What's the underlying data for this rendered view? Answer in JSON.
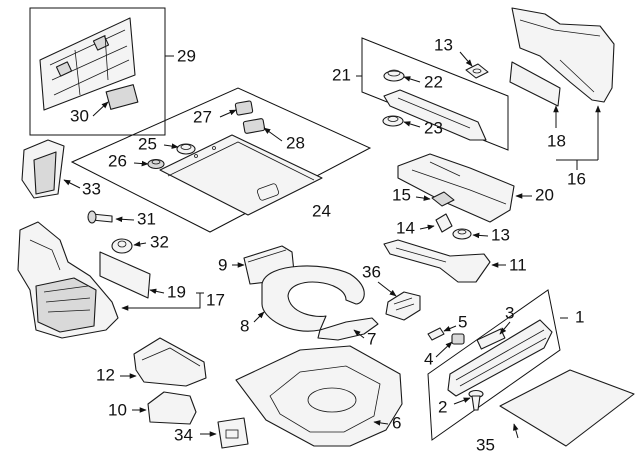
{
  "diagram": {
    "callouts": [
      {
        "id": "c1",
        "label": "1"
      },
      {
        "id": "c2",
        "label": "2"
      },
      {
        "id": "c3",
        "label": "3"
      },
      {
        "id": "c4",
        "label": "4"
      },
      {
        "id": "c5",
        "label": "5"
      },
      {
        "id": "c6",
        "label": "6"
      },
      {
        "id": "c7",
        "label": "7"
      },
      {
        "id": "c8",
        "label": "8"
      },
      {
        "id": "c9",
        "label": "9"
      },
      {
        "id": "c10",
        "label": "10"
      },
      {
        "id": "c11",
        "label": "11"
      },
      {
        "id": "c12",
        "label": "12"
      },
      {
        "id": "c13a",
        "label": "13"
      },
      {
        "id": "c13b",
        "label": "13"
      },
      {
        "id": "c14",
        "label": "14"
      },
      {
        "id": "c15",
        "label": "15"
      },
      {
        "id": "c16",
        "label": "16"
      },
      {
        "id": "c17",
        "label": "17"
      },
      {
        "id": "c18",
        "label": "18"
      },
      {
        "id": "c19",
        "label": "19"
      },
      {
        "id": "c20",
        "label": "20"
      },
      {
        "id": "c21",
        "label": "21"
      },
      {
        "id": "c22",
        "label": "22"
      },
      {
        "id": "c23",
        "label": "23"
      },
      {
        "id": "c24",
        "label": "24"
      },
      {
        "id": "c25",
        "label": "25"
      },
      {
        "id": "c26",
        "label": "26"
      },
      {
        "id": "c27",
        "label": "27"
      },
      {
        "id": "c28",
        "label": "28"
      },
      {
        "id": "c29",
        "label": "29"
      },
      {
        "id": "c30",
        "label": "30"
      },
      {
        "id": "c31",
        "label": "31"
      },
      {
        "id": "c32",
        "label": "32"
      },
      {
        "id": "c33",
        "label": "33"
      },
      {
        "id": "c34",
        "label": "34"
      },
      {
        "id": "c35",
        "label": "35"
      },
      {
        "id": "c36",
        "label": "36"
      }
    ]
  }
}
